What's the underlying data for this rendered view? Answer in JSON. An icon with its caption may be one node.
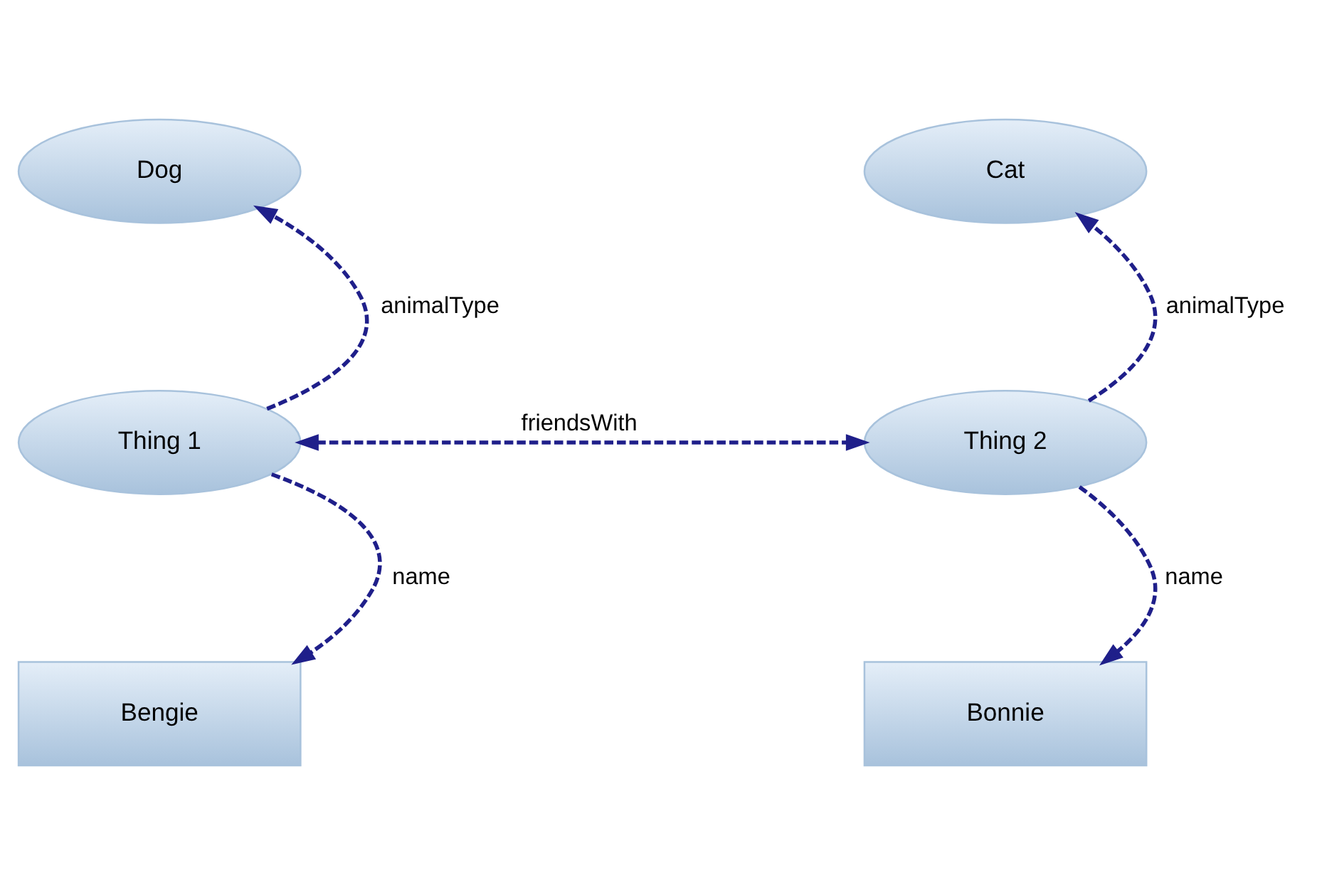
{
  "diagram": {
    "nodes": [
      {
        "text": [
          "Dog"
        ]
      },
      {
        "text": [
          "Cat"
        ]
      },
      {
        "text": [
          "Thing 1"
        ]
      },
      {
        "text": [
          "Thing 2"
        ]
      },
      {
        "text": [
          "Bengie"
        ]
      },
      {
        "text": [
          "Bonnie"
        ]
      }
    ],
    "edges": [
      {
        "from": 2,
        "to": 0,
        "arrow": "to",
        "label": "animalType",
        "style": "dashed"
      },
      {
        "from": 3,
        "to": 1,
        "arrow": "to",
        "label": "animalType",
        "style": "dashed"
      },
      {
        "from": 2,
        "to": 3,
        "arrow": "both",
        "label": "friendsWith",
        "style": "dashed"
      },
      {
        "from": 2,
        "to": 4,
        "arrow": "to",
        "label": "name",
        "style": "dashed"
      },
      {
        "from": 3,
        "to": 5,
        "arrow": "to",
        "label": "name",
        "style": "dashed"
      }
    ]
  }
}
